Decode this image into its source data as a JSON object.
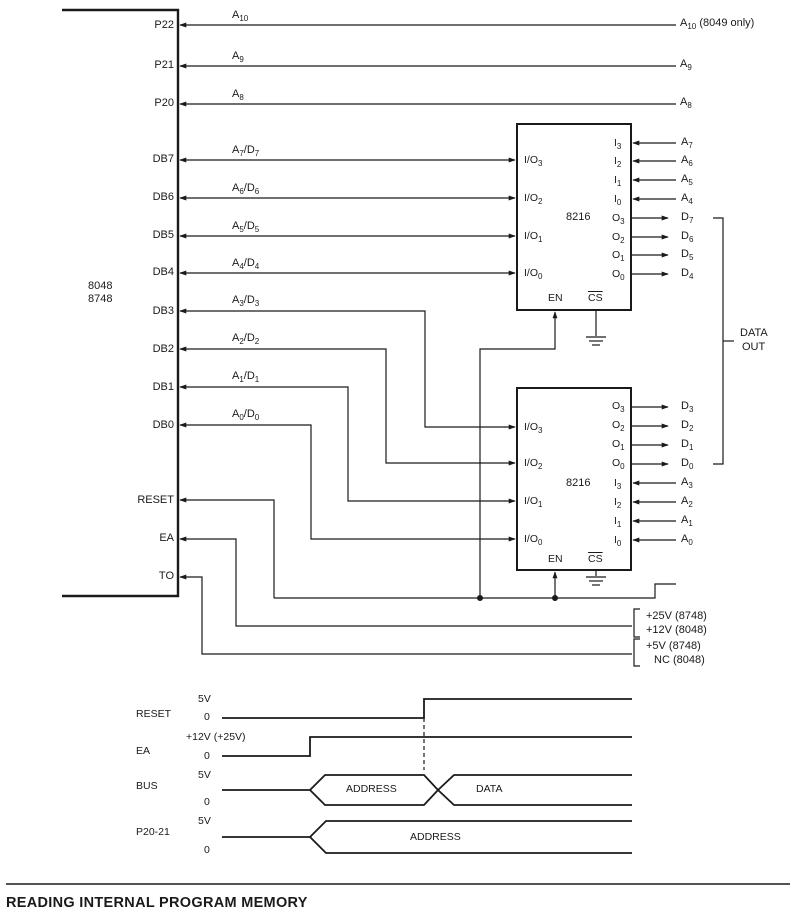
{
  "cpu": {
    "name_1": "8048",
    "name_2": "8748"
  },
  "pins": {
    "p22": "P22",
    "p21": "P21",
    "p20": "P20",
    "db7": "DB7",
    "db6": "DB6",
    "db5": "DB5",
    "db4": "DB4",
    "db3": "DB3",
    "db2": "DB2",
    "db1": "DB1",
    "db0": "DB0",
    "reset": "RESET",
    "ea": "EA",
    "to": "TO"
  },
  "signals": {
    "a10": {
      "base": "A",
      "sub": "10"
    },
    "a9": {
      "base": "A",
      "sub": "9"
    },
    "a8": {
      "base": "A",
      "sub": "8"
    },
    "a7d7": {
      "a": "7",
      "d": "7"
    },
    "a6d6": {
      "a": "6",
      "d": "6"
    },
    "a5d5": {
      "a": "5",
      "d": "5"
    },
    "a4d4": {
      "a": "4",
      "d": "4"
    },
    "a3d3": {
      "a": "3",
      "d": "3"
    },
    "a2d2": {
      "a": "2",
      "d": "2"
    },
    "a1d1": {
      "a": "1",
      "d": "1"
    },
    "a0d0": {
      "a": "0",
      "d": "0"
    },
    "a10_out_note": "(8049 only)"
  },
  "chips": {
    "top": {
      "name": "8216",
      "en": "EN",
      "cs": "CS"
    },
    "bottom": {
      "name": "8216",
      "en": "EN",
      "cs": "CS"
    }
  },
  "data_out": {
    "line1": "DATA",
    "line2": "OUT"
  },
  "supplies": {
    "ea_1": "+25V (8748)",
    "ea_2": "+12V (8048)",
    "to_1": "+5V (8748)",
    "to_2": "NC (8048)"
  },
  "timing": {
    "reset_label": "RESET",
    "reset_high": "5V",
    "reset_low": "0",
    "ea_label": "EA",
    "ea_high": "+12V (+25V)",
    "ea_low": "0",
    "bus_label": "BUS",
    "bus_high": "5V",
    "bus_low": "0",
    "bus_address": "ADDRESS",
    "bus_data": "DATA",
    "p2_label": "P20-21",
    "p2_high": "5V",
    "p2_low": "0",
    "p2_address": "ADDRESS"
  },
  "footer": {
    "title": "READING INTERNAL PROGRAM MEMORY"
  }
}
